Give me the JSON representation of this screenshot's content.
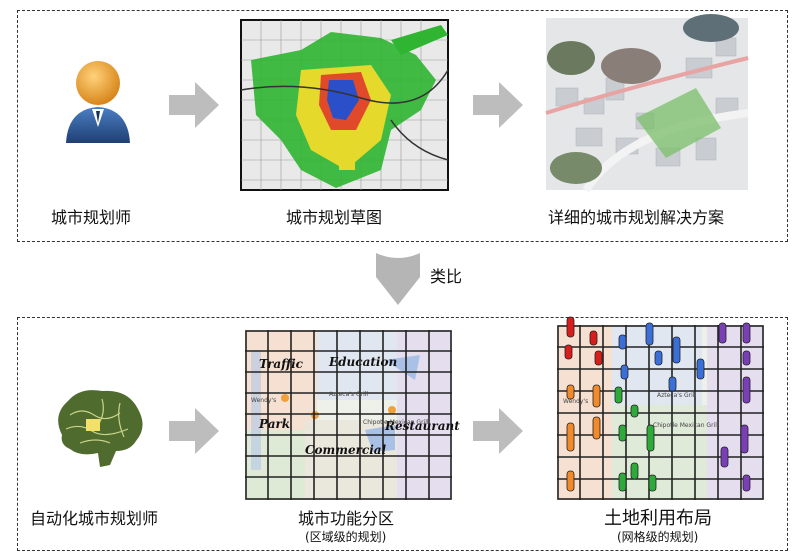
{
  "top": {
    "planner_label": "城市规划师",
    "sketch_label": "城市规划草图",
    "plan_label": "详细的城市规划解决方案"
  },
  "analogy_label": "类比",
  "bottom": {
    "auto_planner_label": "自动化城市规划师",
    "functional_label": "城市功能分区",
    "functional_sub": "(区域级的规划)",
    "landuse_label": "土地利用布局",
    "landuse_sub": "(网格级的规划)",
    "map_words": {
      "traffic": "Traffic",
      "education": "Education",
      "park": "Park",
      "restaurant": "Restaurant",
      "commercial": "Commercial"
    },
    "places": {
      "wendys": "Wendy's",
      "azteca": "Azteca's Grill",
      "chipotle": "Chipotle Mexican Grill"
    }
  },
  "colors": {
    "person_head": "#f0a43a",
    "person_body": "#2f5f9e",
    "arrow": "#bdbdbd",
    "brain": "#4f6b2e",
    "bar_red": "#d91c1c",
    "bar_blue": "#3a6fd8",
    "bar_orange": "#f08a2a",
    "bar_green": "#2eaa3a",
    "bar_purple": "#7a3fb5"
  }
}
